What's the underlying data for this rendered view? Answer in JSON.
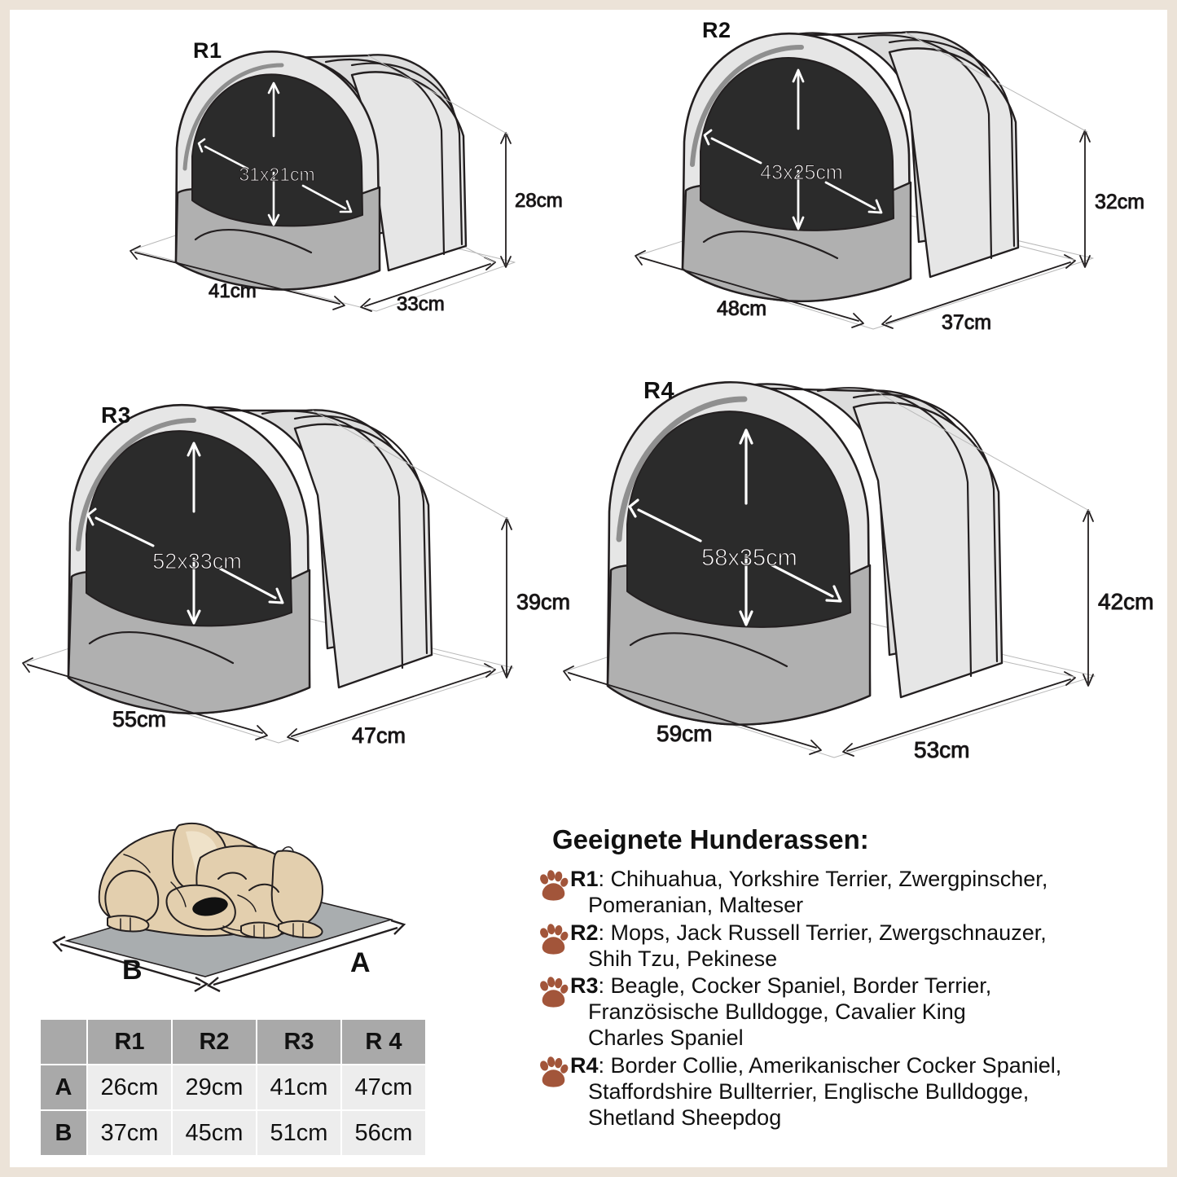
{
  "colors": {
    "frame": "#ece3d8",
    "page": "#ffffff",
    "dome": "#e6e6e6",
    "dome_mid": "#dcdcdc",
    "cushion": "#b0b0b0",
    "cushion_dark": "#9d9d9d",
    "interior": "#2b2b2b",
    "outline": "#231f20",
    "paw": "#a2553a",
    "dog_body": "#e3cfae",
    "dog_light": "#efe2c9",
    "mat": "#a9adaf",
    "table_header": "#a9a9a9",
    "table_cell": "#ededed"
  },
  "models": [
    {
      "id": "R1",
      "label": "R1",
      "opening": "31x21cm",
      "width": "41cm",
      "depth": "33cm",
      "height": "28cm"
    },
    {
      "id": "R2",
      "label": "R2",
      "opening": "43x25cm",
      "width": "48cm",
      "depth": "37cm",
      "height": "32cm"
    },
    {
      "id": "R3",
      "label": "R3",
      "opening": "52x33cm",
      "width": "55cm",
      "depth": "47cm",
      "height": "39cm"
    },
    {
      "id": "R4",
      "label": "R4",
      "opening": "58x35cm",
      "width": "59cm",
      "depth": "53cm",
      "height": "42cm"
    }
  ],
  "dog_figure": {
    "label_a": "A",
    "label_b": "B"
  },
  "size_table": {
    "corner": "",
    "columns": [
      "R1",
      "R2",
      "R3",
      "R 4"
    ],
    "rows": [
      {
        "label": "A",
        "values": [
          "26cm",
          "29cm",
          "41cm",
          "47cm"
        ]
      },
      {
        "label": "B",
        "values": [
          "37cm",
          "45cm",
          "51cm",
          "56cm"
        ]
      }
    ]
  },
  "breeds": {
    "heading": "Geeignete Hunderassen:",
    "items": [
      {
        "code": "R1",
        "line1": ": Chihuahua, Yorkshire Terrier, Zwergpinscher,",
        "lines": [
          "Pomeranian, Malteser"
        ]
      },
      {
        "code": "R2",
        "line1": ": Mops, Jack Russell Terrier, Zwergschnauzer,",
        "lines": [
          "Shih Tzu, Pekinese"
        ]
      },
      {
        "code": "R3",
        "line1": ": Beagle, Cocker Spaniel, Border Terrier,",
        "lines": [
          "Französische Bulldogge, Cavalier King",
          "Charles Spaniel"
        ]
      },
      {
        "code": "R4",
        "line1": ": Border Collie, Amerikanischer Cocker Spaniel,",
        "lines": [
          "Staffordshire Bullterrier, Englische Bulldogge,",
          "Shetland Sheepdog"
        ]
      }
    ]
  }
}
